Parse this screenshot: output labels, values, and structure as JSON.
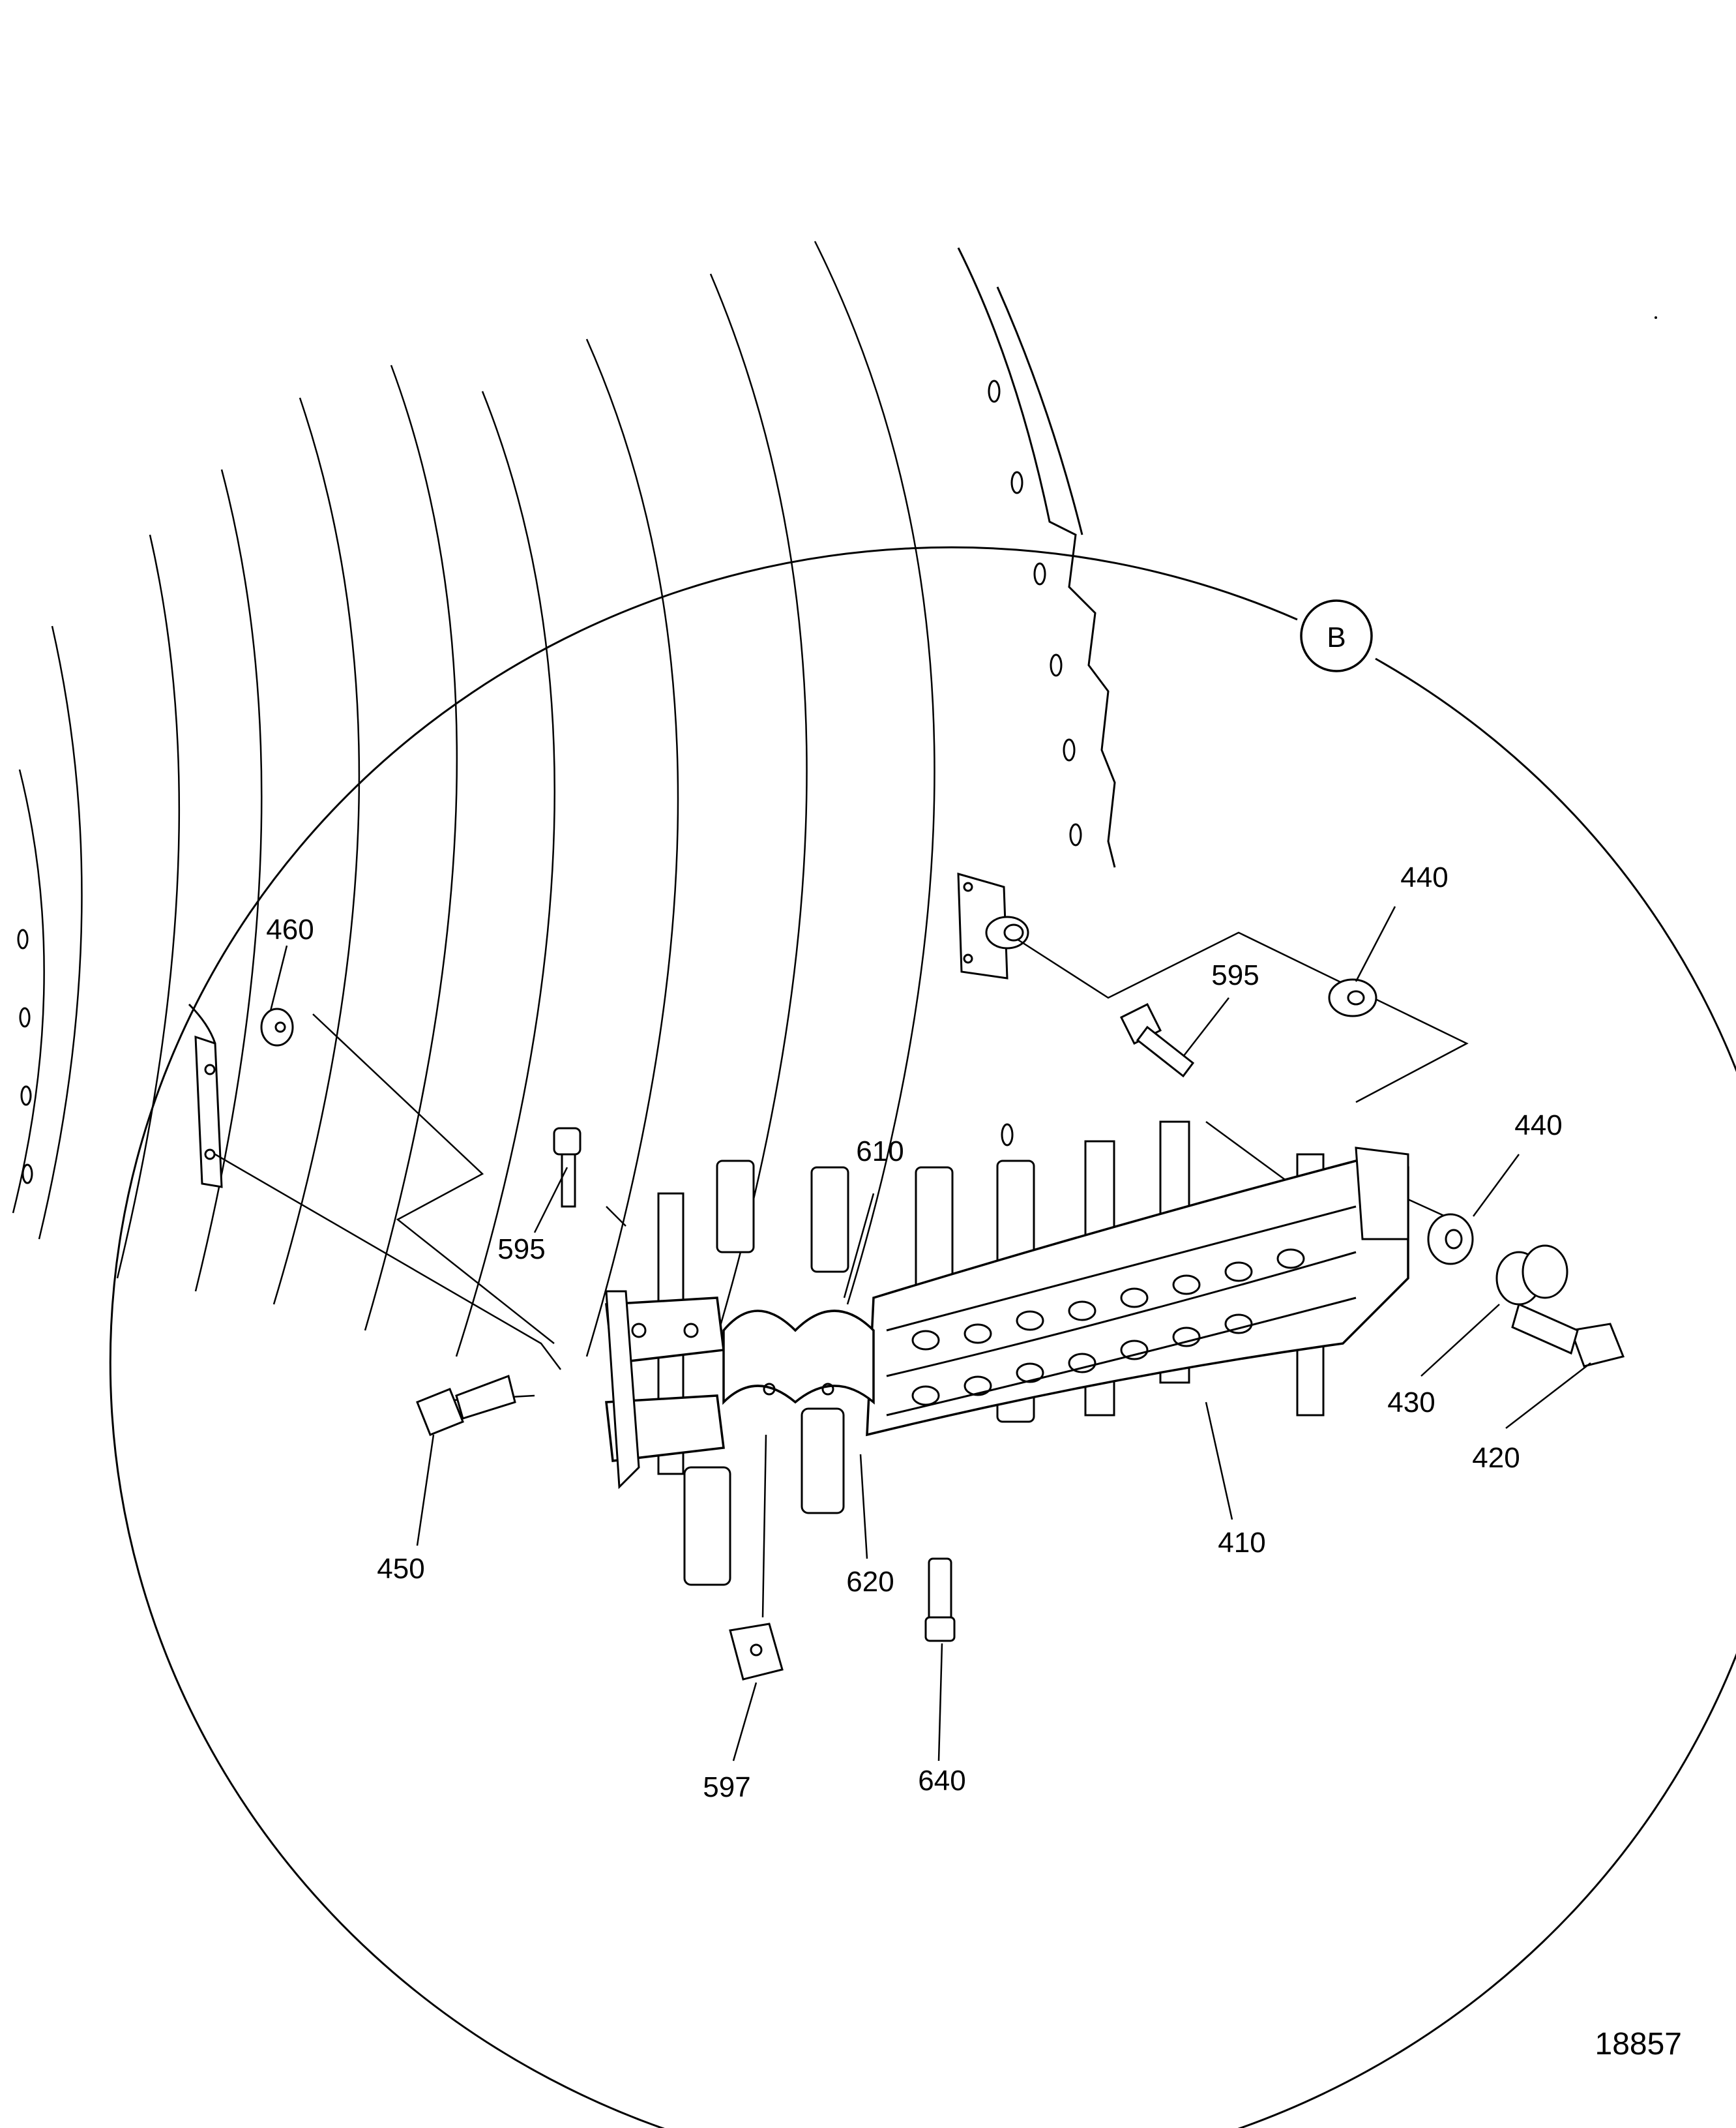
{
  "view": {
    "callout": "B"
  },
  "figure_number": "18857",
  "part_labels": [
    "460",
    "440",
    "595",
    "440",
    "610",
    "595",
    "430",
    "420",
    "450",
    "620",
    "410",
    "597",
    "640"
  ]
}
